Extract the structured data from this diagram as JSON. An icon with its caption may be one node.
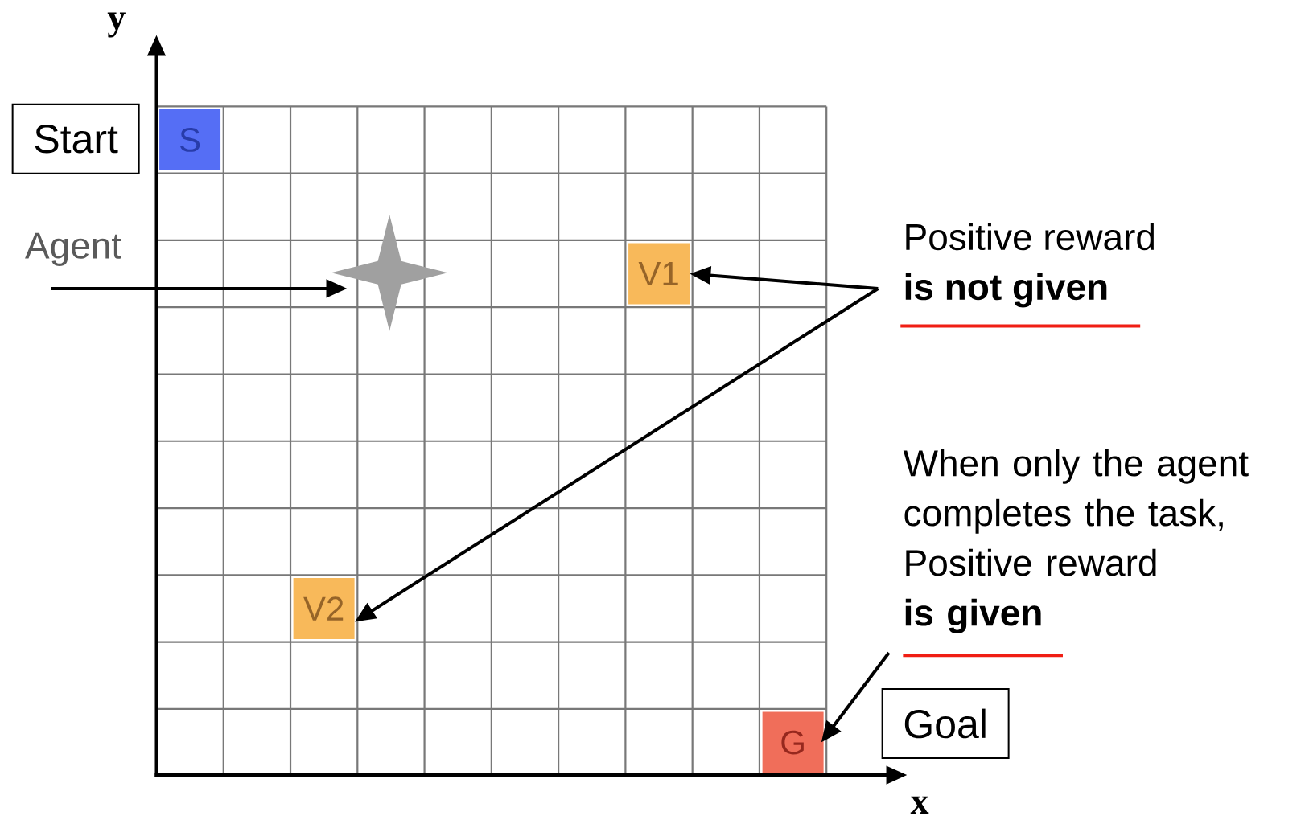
{
  "diagram": {
    "nodes": [
      {
        "text": [
          "Start"
        ]
      },
      {
        "text": [
          "S"
        ]
      },
      {
        "text": [
          "Agent"
        ]
      },
      {
        "text": [],
        "shape": "star"
      },
      {
        "text": [
          "V1"
        ]
      },
      {
        "text": [
          "V2"
        ]
      },
      {
        "text": [
          "G"
        ]
      },
      {
        "text": [
          "Positive reward",
          "is not given"
        ]
      },
      {
        "text": [
          "When only the agent completes the task, Positive reward",
          "is given"
        ]
      },
      {
        "text": [
          "Goal"
        ]
      }
    ],
    "edges": [
      {
        "from": 2,
        "to": 3,
        "arrow": "to"
      },
      {
        "from": 7,
        "to": 4,
        "arrow": "to"
      },
      {
        "from": 7,
        "to": 5,
        "arrow": "to"
      },
      {
        "from": 8,
        "to": 6,
        "arrow": "to"
      }
    ],
    "labels": [
      "y",
      "x"
    ]
  }
}
